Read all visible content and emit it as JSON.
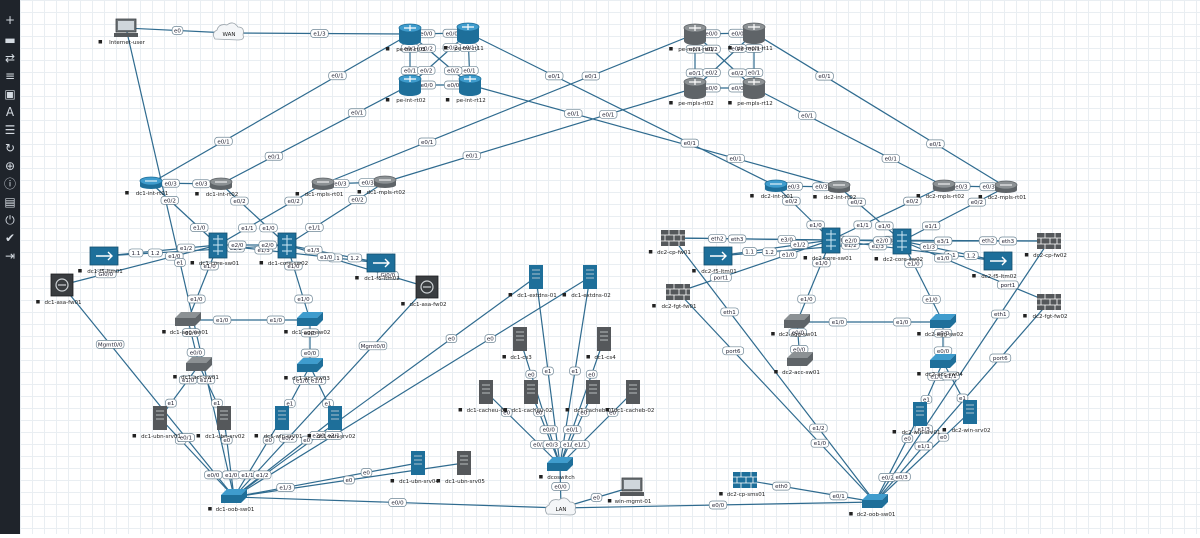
{
  "toolbar": {
    "items": [
      {
        "name": "add-icon",
        "glyph": "+"
      },
      {
        "name": "nodes-icon",
        "glyph": "▬"
      },
      {
        "name": "networks-icon",
        "glyph": "⇄"
      },
      {
        "name": "startup-config-icon",
        "glyph": "≡"
      },
      {
        "name": "picture-icon",
        "glyph": "▣"
      },
      {
        "name": "text-icon",
        "glyph": "A"
      },
      {
        "name": "list-icon",
        "glyph": "☰"
      },
      {
        "name": "refresh-icon",
        "glyph": "↻"
      },
      {
        "name": "zoom-icon",
        "glyph": "⊕"
      },
      {
        "name": "info-icon",
        "glyph": "ⓘ"
      },
      {
        "name": "lab-details-icon",
        "glyph": "▤"
      },
      {
        "name": "power-icon",
        "glyph": "⏻"
      },
      {
        "name": "check-icon",
        "glyph": "✔"
      },
      {
        "name": "logout-icon",
        "glyph": "⇥"
      }
    ]
  },
  "nodes": [
    {
      "id": "internet-user",
      "type": "pc",
      "label": "Internet-user"
    },
    {
      "id": "wan",
      "type": "cloud",
      "label": "WAN"
    },
    {
      "id": "pe-int-rt01",
      "type": "router-blue",
      "label": "pe-int-rt01"
    },
    {
      "id": "pe-int-rt11",
      "type": "router-blue",
      "label": "pe-int-rt11"
    },
    {
      "id": "pe-int-rt02",
      "type": "router-blue",
      "label": "pe-int-rt02"
    },
    {
      "id": "pe-int-rt12",
      "type": "router-blue",
      "label": "pe-int-rt12"
    },
    {
      "id": "pe-mpls-rt01",
      "type": "router-gray",
      "label": "pe-mpls-rt01"
    },
    {
      "id": "pe-mpls-rt11",
      "type": "router-gray",
      "label": "pe-mpls-rt11"
    },
    {
      "id": "pe-mpls-rt02",
      "type": "router-gray",
      "label": "pe-mpls-rt02"
    },
    {
      "id": "pe-mpls-rt12",
      "type": "router-gray",
      "label": "pe-mpls-rt12"
    },
    {
      "id": "dc1-int-rt01",
      "type": "flat-blue",
      "label": "dc1-int-rt01"
    },
    {
      "id": "dc1-int-rt02",
      "type": "flat-gray",
      "label": "dc1-int-rt02"
    },
    {
      "id": "dc1-mpls-rt01",
      "type": "flat-gray",
      "label": "dc1-mpls-rt01"
    },
    {
      "id": "dc1-mpls-rt02",
      "type": "flat-gray",
      "label": "dc1-mpls-rt02"
    },
    {
      "id": "dc1-f5-ltm01",
      "type": "lb",
      "label": "dc1-f5-ltm01"
    },
    {
      "id": "dc1-f5-ltm02",
      "type": "lb",
      "label": "dc1-f5-ltm02"
    },
    {
      "id": "dc1-core-sw01",
      "type": "core",
      "label": "dc1-core-sw01"
    },
    {
      "id": "dc1-core-sw02",
      "type": "core",
      "label": "dc1-core-sw02"
    },
    {
      "id": "dc1-asa-fw01",
      "type": "asa",
      "label": "dc1-asa-fw01"
    },
    {
      "id": "dc1-asa-fw02",
      "type": "asa",
      "label": "dc1-asa-fw02"
    },
    {
      "id": "dc1-agg-sw01",
      "type": "switch-gray",
      "label": "dc1-agg-sw01"
    },
    {
      "id": "dc1-agg-sw02",
      "type": "switch-blue",
      "label": "dc1-agg-sw02"
    },
    {
      "id": "dc1-acc-sw01",
      "type": "switch-gray",
      "label": "dc1-acc-sw01"
    },
    {
      "id": "dc1-acc-sw03",
      "type": "switch-blue",
      "label": "dc1-acc-sw03"
    },
    {
      "id": "dc1-ubn-srv01",
      "type": "server-gray",
      "label": "dc1-ubn-srv01"
    },
    {
      "id": "dc1-ubn-srv02",
      "type": "server-gray",
      "label": "dc1-ubn-srv02"
    },
    {
      "id": "dc1-win-srv01",
      "type": "server-blue",
      "label": "dc1-win-srv01"
    },
    {
      "id": "dc1-win-srv02",
      "type": "server-blue",
      "label": "dc1-win-srv02"
    },
    {
      "id": "dc1-oob-sw01",
      "type": "switch-blue",
      "label": "dc1-oob-sw01"
    },
    {
      "id": "dc1-ubn-srv04",
      "type": "server-blue",
      "label": "dc1-ubn-srv04"
    },
    {
      "id": "dc1-ubn-srv05",
      "type": "server-gray",
      "label": "dc1-ubn-srv05"
    },
    {
      "id": "dc1-extdns-01",
      "type": "server-blue",
      "label": "dc1-extdns-01"
    },
    {
      "id": "dc1-extdns-02",
      "type": "server-blue",
      "label": "dc1-extdns-02"
    },
    {
      "id": "dc1-cs3",
      "type": "server-gray",
      "label": "dc1-cs3"
    },
    {
      "id": "dc1-cs4",
      "type": "server-gray",
      "label": "dc1-cs4"
    },
    {
      "id": "dc1-cacheu-01",
      "type": "server-gray",
      "label": "dc1-cacheu-01"
    },
    {
      "id": "dc1-cacheu-02",
      "type": "server-gray",
      "label": "dc1-cacheu-02"
    },
    {
      "id": "dc1-cacheb-01",
      "type": "server-gray",
      "label": "dc1-cacheb-01"
    },
    {
      "id": "dc1-cacheb-02",
      "type": "server-gray",
      "label": "dc1-cacheb-02"
    },
    {
      "id": "dcoswitch",
      "type": "switch-blue",
      "label": "dcoswitch"
    },
    {
      "id": "lan",
      "type": "cloud",
      "label": "LAN"
    },
    {
      "id": "win-mgmt-01",
      "type": "pc",
      "label": "win-mgmt-01"
    },
    {
      "id": "dc2-int-rt01",
      "type": "flat-blue",
      "label": "dc2-int-rt01"
    },
    {
      "id": "dc2-int-rt02",
      "type": "flat-gray",
      "label": "dc2-int-rt02"
    },
    {
      "id": "dc2-mpls-rt02",
      "type": "flat-gray",
      "label": "dc2-mpls-rt02"
    },
    {
      "id": "dc2-mpls-rt01",
      "type": "flat-gray",
      "label": "dc2-mpls-rt01"
    },
    {
      "id": "dc2-cp-fw01",
      "type": "firewall",
      "label": "dc2-cp-fw01"
    },
    {
      "id": "dc2-f5-ltm01",
      "type": "lb",
      "label": "dc2-f5-ltm01"
    },
    {
      "id": "dc2-core-sw01",
      "type": "core",
      "label": "dc2-core-sw01"
    },
    {
      "id": "dc2-core-sw02",
      "type": "core",
      "label": "dc2-core-sw02"
    },
    {
      "id": "dc2-f5-ltm02",
      "type": "lb",
      "label": "dc2-f5-ltm02"
    },
    {
      "id": "dc2-cp-fw02",
      "type": "firewall",
      "label": "dc2-cp-fw02"
    },
    {
      "id": "dc2-fgt-fw01",
      "type": "firewall",
      "label": "dc2-fgt-fw01"
    },
    {
      "id": "dc2-fgt-fw02",
      "type": "firewall",
      "label": "dc2-fgt-fw02"
    },
    {
      "id": "dc2-agg-sw01",
      "type": "switch-gray",
      "label": "dc2-agg-sw01"
    },
    {
      "id": "dc2-agg-sw02",
      "type": "switch-blue",
      "label": "dc2-agg-sw02"
    },
    {
      "id": "dc2-acc-sw01",
      "type": "switch-gray",
      "label": "dc2-acc-sw01"
    },
    {
      "id": "dc2-acc-sw04",
      "type": "switch-blue",
      "label": "dc2-acc-sw04"
    },
    {
      "id": "dc2-win-srv01",
      "type": "server-blue",
      "label": "dc2-win-srv01"
    },
    {
      "id": "dc2-win-srv02",
      "type": "server-blue",
      "label": "dc2-win-srv02"
    },
    {
      "id": "dc2-cp-sms01",
      "type": "firewall-blue",
      "label": "dc2-cp-sms01"
    },
    {
      "id": "dc2-oob-sw01",
      "type": "switch-blue",
      "label": "dc2-oob-sw01"
    }
  ],
  "links": [
    {
      "from": "internet-user",
      "to": "wan",
      "labels": [
        "e0"
      ]
    },
    {
      "from": "wan",
      "to": "pe-int-rt01",
      "labels": [
        "e1/3"
      ]
    },
    {
      "from": "pe-int-rt01",
      "to": "pe-int-rt11",
      "labels": [
        "e0/0",
        "e0/0"
      ]
    },
    {
      "from": "pe-int-rt02",
      "to": "pe-int-rt12",
      "labels": [
        "e0/0",
        "e0/0"
      ]
    },
    {
      "from": "pe-int-rt01",
      "to": "pe-int-rt02",
      "labels": [
        "e0/1",
        "e0/1"
      ]
    },
    {
      "from": "pe-int-rt11",
      "to": "pe-int-rt12",
      "labels": [
        "e0/1",
        "e0/1"
      ]
    },
    {
      "from": "pe-int-rt01",
      "to": "pe-int-rt12",
      "labels": [
        "e0/2",
        "e0/2"
      ]
    },
    {
      "from": "pe-int-rt11",
      "to": "pe-int-rt02",
      "labels": [
        "e0/2",
        "e0/2"
      ]
    },
    {
      "from": "pe-mpls-rt01",
      "to": "pe-mpls-rt11",
      "labels": [
        "e0/0",
        "e0/0"
      ]
    },
    {
      "from": "pe-mpls-rt02",
      "to": "pe-mpls-rt12",
      "labels": [
        "e0/0",
        "e0/0"
      ]
    },
    {
      "from": "pe-mpls-rt01",
      "to": "pe-mpls-rt02",
      "labels": [
        "e0/1",
        "e0/1"
      ]
    },
    {
      "from": "pe-mpls-rt11",
      "to": "pe-mpls-rt12",
      "labels": [
        "e0/1",
        "e0/1"
      ]
    },
    {
      "from": "pe-mpls-rt01",
      "to": "pe-mpls-rt12",
      "labels": [
        "e0/2",
        "e0/2"
      ]
    },
    {
      "from": "pe-mpls-rt11",
      "to": "pe-mpls-rt02",
      "labels": [
        "e0/2",
        "e0/2"
      ]
    },
    {
      "from": "pe-int-rt01",
      "to": "dc1-int-rt01",
      "labels": [
        "e0/1",
        "e0/1"
      ]
    },
    {
      "from": "pe-int-rt02",
      "to": "dc1-int-rt02",
      "labels": [
        "e0/1",
        "e0/1"
      ]
    },
    {
      "from": "pe-int-rt11",
      "to": "dc2-int-rt01",
      "labels": [
        "e0/1",
        "e0/1"
      ]
    },
    {
      "from": "pe-int-rt12",
      "to": "dc2-int-rt02",
      "labels": [
        "e0/1",
        "e0/1"
      ]
    },
    {
      "from": "pe-mpls-rt01",
      "to": "dc1-mpls-rt01",
      "labels": [
        "e0/1",
        "e0/1"
      ]
    },
    {
      "from": "pe-mpls-rt02",
      "to": "dc1-mpls-rt02",
      "labels": [
        "e0/1",
        "e0/1"
      ]
    },
    {
      "from": "pe-mpls-rt11",
      "to": "dc2-mpls-rt01",
      "labels": [
        "e0/1",
        "e0/1"
      ]
    },
    {
      "from": "pe-mpls-rt12",
      "to": "dc2-mpls-rt02",
      "labels": [
        "e0/1",
        "e0/1"
      ]
    },
    {
      "from": "dc1-int-rt01",
      "to": "dc1-int-rt02",
      "labels": [
        "e0/3",
        "e0/3"
      ]
    },
    {
      "from": "dc1-mpls-rt01",
      "to": "dc1-mpls-rt02",
      "labels": [
        "e0/3",
        "e0/3"
      ]
    },
    {
      "from": "dc1-int-rt01",
      "to": "dc1-core-sw01",
      "labels": [
        "e0/2",
        "e1/0"
      ]
    },
    {
      "from": "dc1-int-rt02",
      "to": "dc1-core-sw02",
      "labels": [
        "e0/2",
        "e1/0"
      ]
    },
    {
      "from": "dc1-mpls-rt01",
      "to": "dc1-core-sw01",
      "labels": [
        "e0/2",
        "e1/1"
      ]
    },
    {
      "from": "dc1-mpls-rt02",
      "to": "dc1-core-sw02",
      "labels": [
        "e0/2",
        "e1/1"
      ]
    },
    {
      "from": "dc1-f5-ltm01",
      "to": "dc1-core-sw01",
      "labels": [
        "1.1",
        "e1/2"
      ]
    },
    {
      "from": "dc1-f5-ltm01",
      "to": "dc1-core-sw02",
      "labels": [
        "1.2",
        "e1/2"
      ]
    },
    {
      "from": "dc1-f5-ltm02",
      "to": "dc1-core-sw01",
      "labels": [
        "1.1",
        "e1/3"
      ]
    },
    {
      "from": "dc1-f5-ltm02",
      "to": "dc1-core-sw02",
      "labels": [
        "1.2",
        "e1/3"
      ]
    },
    {
      "from": "dc1-core-sw01",
      "to": "dc1-core-sw02",
      "labels": [
        "e2/0",
        "e2/0"
      ]
    },
    {
      "from": "dc1-asa-fw01",
      "to": "dc1-core-sw01",
      "labels": [
        "Gi0/0",
        "e1/0"
      ]
    },
    {
      "from": "dc1-asa-fw02",
      "to": "dc1-core-sw02",
      "labels": [
        "Gi0/0",
        "e1/0"
      ]
    },
    {
      "from": "dc1-core-sw01",
      "to": "dc1-agg-sw01",
      "labels": [
        "e1/0",
        "e1/0"
      ]
    },
    {
      "from": "dc1-core-sw02",
      "to": "dc1-agg-sw02",
      "labels": [
        "e1/0",
        "e1/0"
      ]
    },
    {
      "from": "dc1-agg-sw01",
      "to": "dc1-agg-sw02",
      "labels": [
        "e1/0",
        "e1/0"
      ]
    },
    {
      "from": "dc1-agg-sw01",
      "to": "dc1-acc-sw01",
      "labels": [
        "e0/0",
        "e0/0"
      ]
    },
    {
      "from": "dc1-agg-sw02",
      "to": "dc1-acc-sw03",
      "labels": [
        "e0/0",
        "e0/0"
      ]
    },
    {
      "from": "dc1-acc-sw01",
      "to": "dc1-ubn-srv01",
      "labels": [
        "e1/0",
        "e1"
      ]
    },
    {
      "from": "dc1-acc-sw01",
      "to": "dc1-ubn-srv02",
      "labels": [
        "e1/1",
        "e1"
      ]
    },
    {
      "from": "dc1-acc-sw03",
      "to": "dc1-win-srv01",
      "labels": [
        "e1/0",
        "e1"
      ]
    },
    {
      "from": "dc1-acc-sw03",
      "to": "dc1-win-srv02",
      "labels": [
        "e1/1",
        "e1"
      ]
    },
    {
      "from": "dc1-ubn-srv01",
      "to": "dc1-oob-sw01",
      "labels": [
        "e0",
        "e0/0"
      ]
    },
    {
      "from": "dc1-ubn-srv02",
      "to": "dc1-oob-sw01",
      "labels": [
        "e0",
        "e1/0"
      ]
    },
    {
      "from": "dc1-win-srv01",
      "to": "dc1-oob-sw01",
      "labels": [
        "e0",
        "e1/1"
      ]
    },
    {
      "from": "dc1-win-srv02",
      "to": "dc1-oob-sw01",
      "labels": [
        "e0",
        "e1/2"
      ]
    },
    {
      "from": "dc1-asa-fw01",
      "to": "dc1-oob-sw01",
      "labels": [
        "Mgmt0/0",
        "e0/1"
      ]
    },
    {
      "from": "dc1-asa-fw02",
      "to": "dc1-oob-sw01",
      "labels": [
        "Mgmt0/0",
        "e0/2"
      ]
    },
    {
      "from": "internet-user",
      "to": "dc1-oob-sw01",
      "labels": [
        "e1"
      ]
    },
    {
      "from": "dc1-ubn-srv04",
      "to": "dc1-oob-sw01",
      "labels": [
        "e0",
        "e1/3"
      ]
    },
    {
      "from": "dc1-ubn-srv05",
      "to": "dc1-oob-sw01",
      "labels": [
        "e0"
      ]
    },
    {
      "from": "dc1-extdns-01",
      "to": "dc1-oob-sw01",
      "labels": [
        "e0",
        "e2/0"
      ]
    },
    {
      "from": "dc1-extdns-02",
      "to": "dc1-oob-sw01",
      "labels": [
        "e0",
        "e2/1"
      ]
    },
    {
      "from": "dc1-oob-sw01",
      "to": "lan",
      "labels": [
        "e0/0"
      ]
    },
    {
      "from": "dcoswitch",
      "to": "lan",
      "labels": [
        "e0/0"
      ]
    },
    {
      "from": "lan",
      "to": "win-mgmt-01",
      "labels": [
        "e0"
      ]
    },
    {
      "from": "lan",
      "to": "dc2-oob-sw01",
      "labels": [
        "e0/0"
      ]
    },
    {
      "from": "dc1-cs3",
      "to": "dcoswitch",
      "labels": [
        "e0",
        "e0/0"
      ]
    },
    {
      "from": "dc1-cs4",
      "to": "dcoswitch",
      "labels": [
        "e0",
        "e0/1"
      ]
    },
    {
      "from": "dc1-cacheu-01",
      "to": "dcoswitch",
      "labels": [
        "e0",
        "e0/2"
      ]
    },
    {
      "from": "dc1-cacheu-02",
      "to": "dcoswitch",
      "labels": [
        "e0",
        "e0/3"
      ]
    },
    {
      "from": "dc1-cacheb-01",
      "to": "dcoswitch",
      "labels": [
        "e0",
        "e1/0"
      ]
    },
    {
      "from": "dc1-cacheb-02",
      "to": "dcoswitch",
      "labels": [
        "e0",
        "e1/1"
      ]
    },
    {
      "from": "dc1-extdns-01",
      "to": "dcoswitch",
      "labels": [
        "e1"
      ]
    },
    {
      "from": "dc1-extdns-02",
      "to": "dcoswitch",
      "labels": [
        "e1"
      ]
    },
    {
      "from": "dc2-int-rt01",
      "to": "dc2-int-rt02",
      "labels": [
        "e0/3",
        "e0/3"
      ]
    },
    {
      "from": "dc2-mpls-rt02",
      "to": "dc2-mpls-rt01",
      "labels": [
        "e0/3",
        "e0/3"
      ]
    },
    {
      "from": "dc2-int-rt01",
      "to": "dc2-core-sw01",
      "labels": [
        "e0/2",
        "e1/0"
      ]
    },
    {
      "from": "dc2-int-rt02",
      "to": "dc2-core-sw02",
      "labels": [
        "e0/2",
        "e1/0"
      ]
    },
    {
      "from": "dc2-mpls-rt02",
      "to": "dc2-core-sw01",
      "labels": [
        "e0/2",
        "e1/1"
      ]
    },
    {
      "from": "dc2-mpls-rt01",
      "to": "dc2-core-sw02",
      "labels": [
        "e0/2",
        "e1/1"
      ]
    },
    {
      "from": "dc2-cp-fw01",
      "to": "dc2-core-sw01",
      "labels": [
        "eth2",
        "e3/0"
      ]
    },
    {
      "from": "dc2-cp-fw01",
      "to": "dc2-core-sw02",
      "labels": [
        "eth3",
        "e3/0"
      ]
    },
    {
      "from": "dc2-f5-ltm01",
      "to": "dc2-core-sw01",
      "labels": [
        "1.1",
        "e1/2"
      ]
    },
    {
      "from": "dc2-f5-ltm01",
      "to": "dc2-core-sw02",
      "labels": [
        "1.2",
        "e1/2"
      ]
    },
    {
      "from": "dc2-f5-ltm02",
      "to": "dc2-core-sw01",
      "labels": [
        "1.1",
        "e1/3"
      ]
    },
    {
      "from": "dc2-f5-ltm02",
      "to": "dc2-core-sw02",
      "labels": [
        "1.2",
        "e1/3"
      ]
    },
    {
      "from": "dc2-cp-fw02",
      "to": "dc2-core-sw01",
      "labels": [
        "eth2",
        "e3/1"
      ]
    },
    {
      "from": "dc2-cp-fw02",
      "to": "dc2-core-sw02",
      "labels": [
        "eth3",
        "e3/1"
      ]
    },
    {
      "from": "dc2-core-sw01",
      "to": "dc2-core-sw02",
      "labels": [
        "e2/0",
        "e2/0"
      ]
    },
    {
      "from": "dc2-fgt-fw01",
      "to": "dc2-core-sw01",
      "labels": [
        "port1",
        "e1/0"
      ]
    },
    {
      "from": "dc2-fgt-fw02",
      "to": "dc2-core-sw02",
      "labels": [
        "port1",
        "e1/0"
      ]
    },
    {
      "from": "dc2-core-sw01",
      "to": "dc2-agg-sw01",
      "labels": [
        "e1/0",
        "e1/0"
      ]
    },
    {
      "from": "dc2-core-sw02",
      "to": "dc2-agg-sw02",
      "labels": [
        "e1/0",
        "e1/0"
      ]
    },
    {
      "from": "dc2-agg-sw01",
      "to": "dc2-agg-sw02",
      "labels": [
        "e1/0",
        "e1/0"
      ]
    },
    {
      "from": "dc2-agg-sw01",
      "to": "dc2-acc-sw01",
      "labels": [
        "e0/0",
        "e0/0"
      ]
    },
    {
      "from": "dc2-agg-sw02",
      "to": "dc2-acc-sw04",
      "labels": [
        "e0/0",
        "e0/0"
      ]
    },
    {
      "from": "dc2-acc-sw04",
      "to": "dc2-win-srv01",
      "labels": [
        "e1/0",
        "e1"
      ]
    },
    {
      "from": "dc2-acc-sw04",
      "to": "dc2-win-srv02",
      "labels": [
        "e1/1",
        "e1"
      ]
    },
    {
      "from": "dc2-win-srv01",
      "to": "dc2-oob-sw01",
      "labels": [
        "e0",
        "e0/2"
      ]
    },
    {
      "from": "dc2-win-srv02",
      "to": "dc2-oob-sw01",
      "labels": [
        "e0",
        "e0/3"
      ]
    },
    {
      "from": "dc2-fgt-fw01",
      "to": "dc2-oob-sw01",
      "labels": [
        "port6",
        "e1/0"
      ]
    },
    {
      "from": "dc2-fgt-fw02",
      "to": "dc2-oob-sw01",
      "labels": [
        "port6",
        "e1/1"
      ]
    },
    {
      "from": "dc2-cp-fw01",
      "to": "dc2-oob-sw01",
      "labels": [
        "eth1",
        "e1/2"
      ]
    },
    {
      "from": "dc2-cp-fw02",
      "to": "dc2-oob-sw01",
      "labels": [
        "eth1",
        "e1/3"
      ]
    },
    {
      "from": "dc2-cp-sms01",
      "to": "dc2-oob-sw01",
      "labels": [
        "eth0",
        "e0/1"
      ]
    }
  ]
}
